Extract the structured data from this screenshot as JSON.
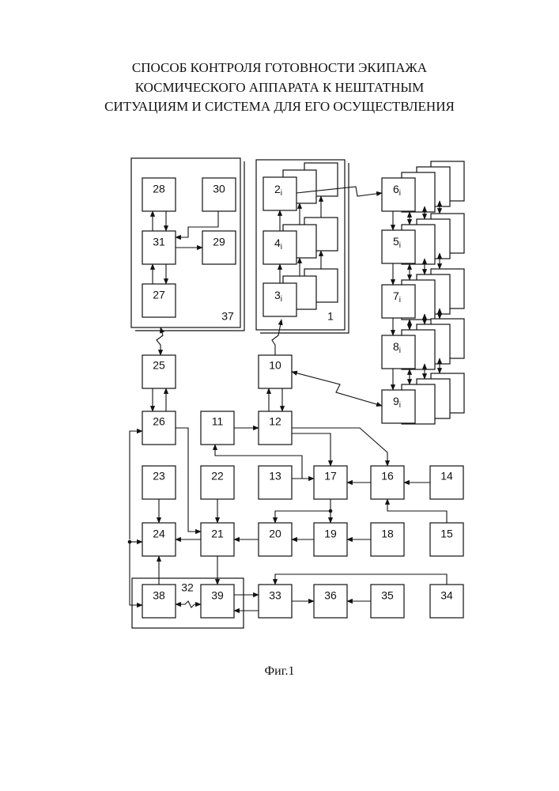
{
  "title_lines": [
    "СПОСОБ КОНТРОЛЯ ГОТОВНОСТИ ЭКИПАЖА",
    "КОСМИЧЕСКОГО АППАРАТА К НЕШТАТНЫМ",
    "СИТУАЦИЯМ И СИСТЕМА ДЛЯ ЕГО ОСУЩЕСТВЛЕНИЯ"
  ],
  "caption": "Фиг.1",
  "blocks": {
    "b1": "1",
    "b2": "2",
    "b3": "3",
    "b4": "4",
    "b5": "5",
    "b6": "6",
    "b7": "7",
    "b8": "8",
    "b9": "9",
    "b10": "10",
    "b11": "11",
    "b12": "12",
    "b13": "13",
    "b14": "14",
    "b15": "15",
    "b16": "16",
    "b17": "17",
    "b18": "18",
    "b19": "19",
    "b20": "20",
    "b21": "21",
    "b22": "22",
    "b23": "23",
    "b24": "24",
    "b25": "25",
    "b26": "26",
    "b27": "27",
    "b28": "28",
    "b29": "29",
    "b30": "30",
    "b31": "31",
    "b32": "32",
    "b33": "33",
    "b34": "34",
    "b35": "35",
    "b36": "36",
    "b37": "37",
    "b38": "38",
    "b39": "39"
  },
  "subscript": "i"
}
